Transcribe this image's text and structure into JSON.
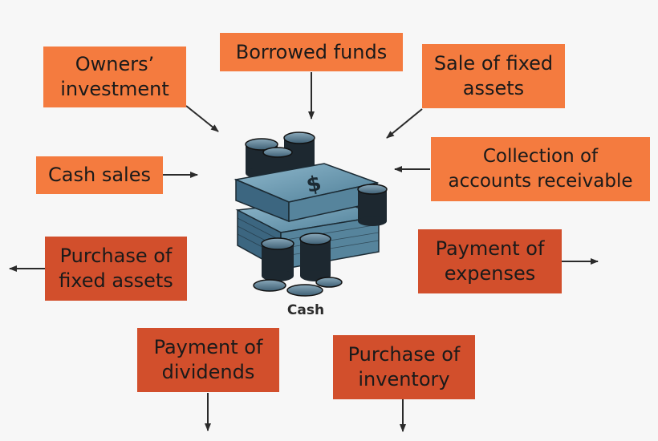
{
  "center": {
    "label": "Cash",
    "icon": "money-stack-icon"
  },
  "inflows": [
    {
      "id": "owners-investment",
      "label": "Owners’\ninvestment"
    },
    {
      "id": "borrowed-funds",
      "label": "Borrowed funds"
    },
    {
      "id": "sale-of-fixed-assets",
      "label": "Sale of fixed\nassets"
    },
    {
      "id": "cash-sales",
      "label": "Cash sales"
    },
    {
      "id": "collection-of-accounts-receivable",
      "label": "Collection of\naccounts receivable"
    }
  ],
  "outflows": [
    {
      "id": "purchase-of-fixed-assets",
      "label": "Purchase of\nfixed assets"
    },
    {
      "id": "payment-of-expenses",
      "label": "Payment of\nexpenses"
    },
    {
      "id": "payment-of-dividends",
      "label": "Payment of\ndividends"
    },
    {
      "id": "purchase-of-inventory",
      "label": "Purchase of\ninventory"
    }
  ],
  "colors": {
    "inflow": "#f47b3f",
    "outflow": "#d24f2c",
    "arrow": "#2b2b2b",
    "background": "#f7f7f7"
  }
}
